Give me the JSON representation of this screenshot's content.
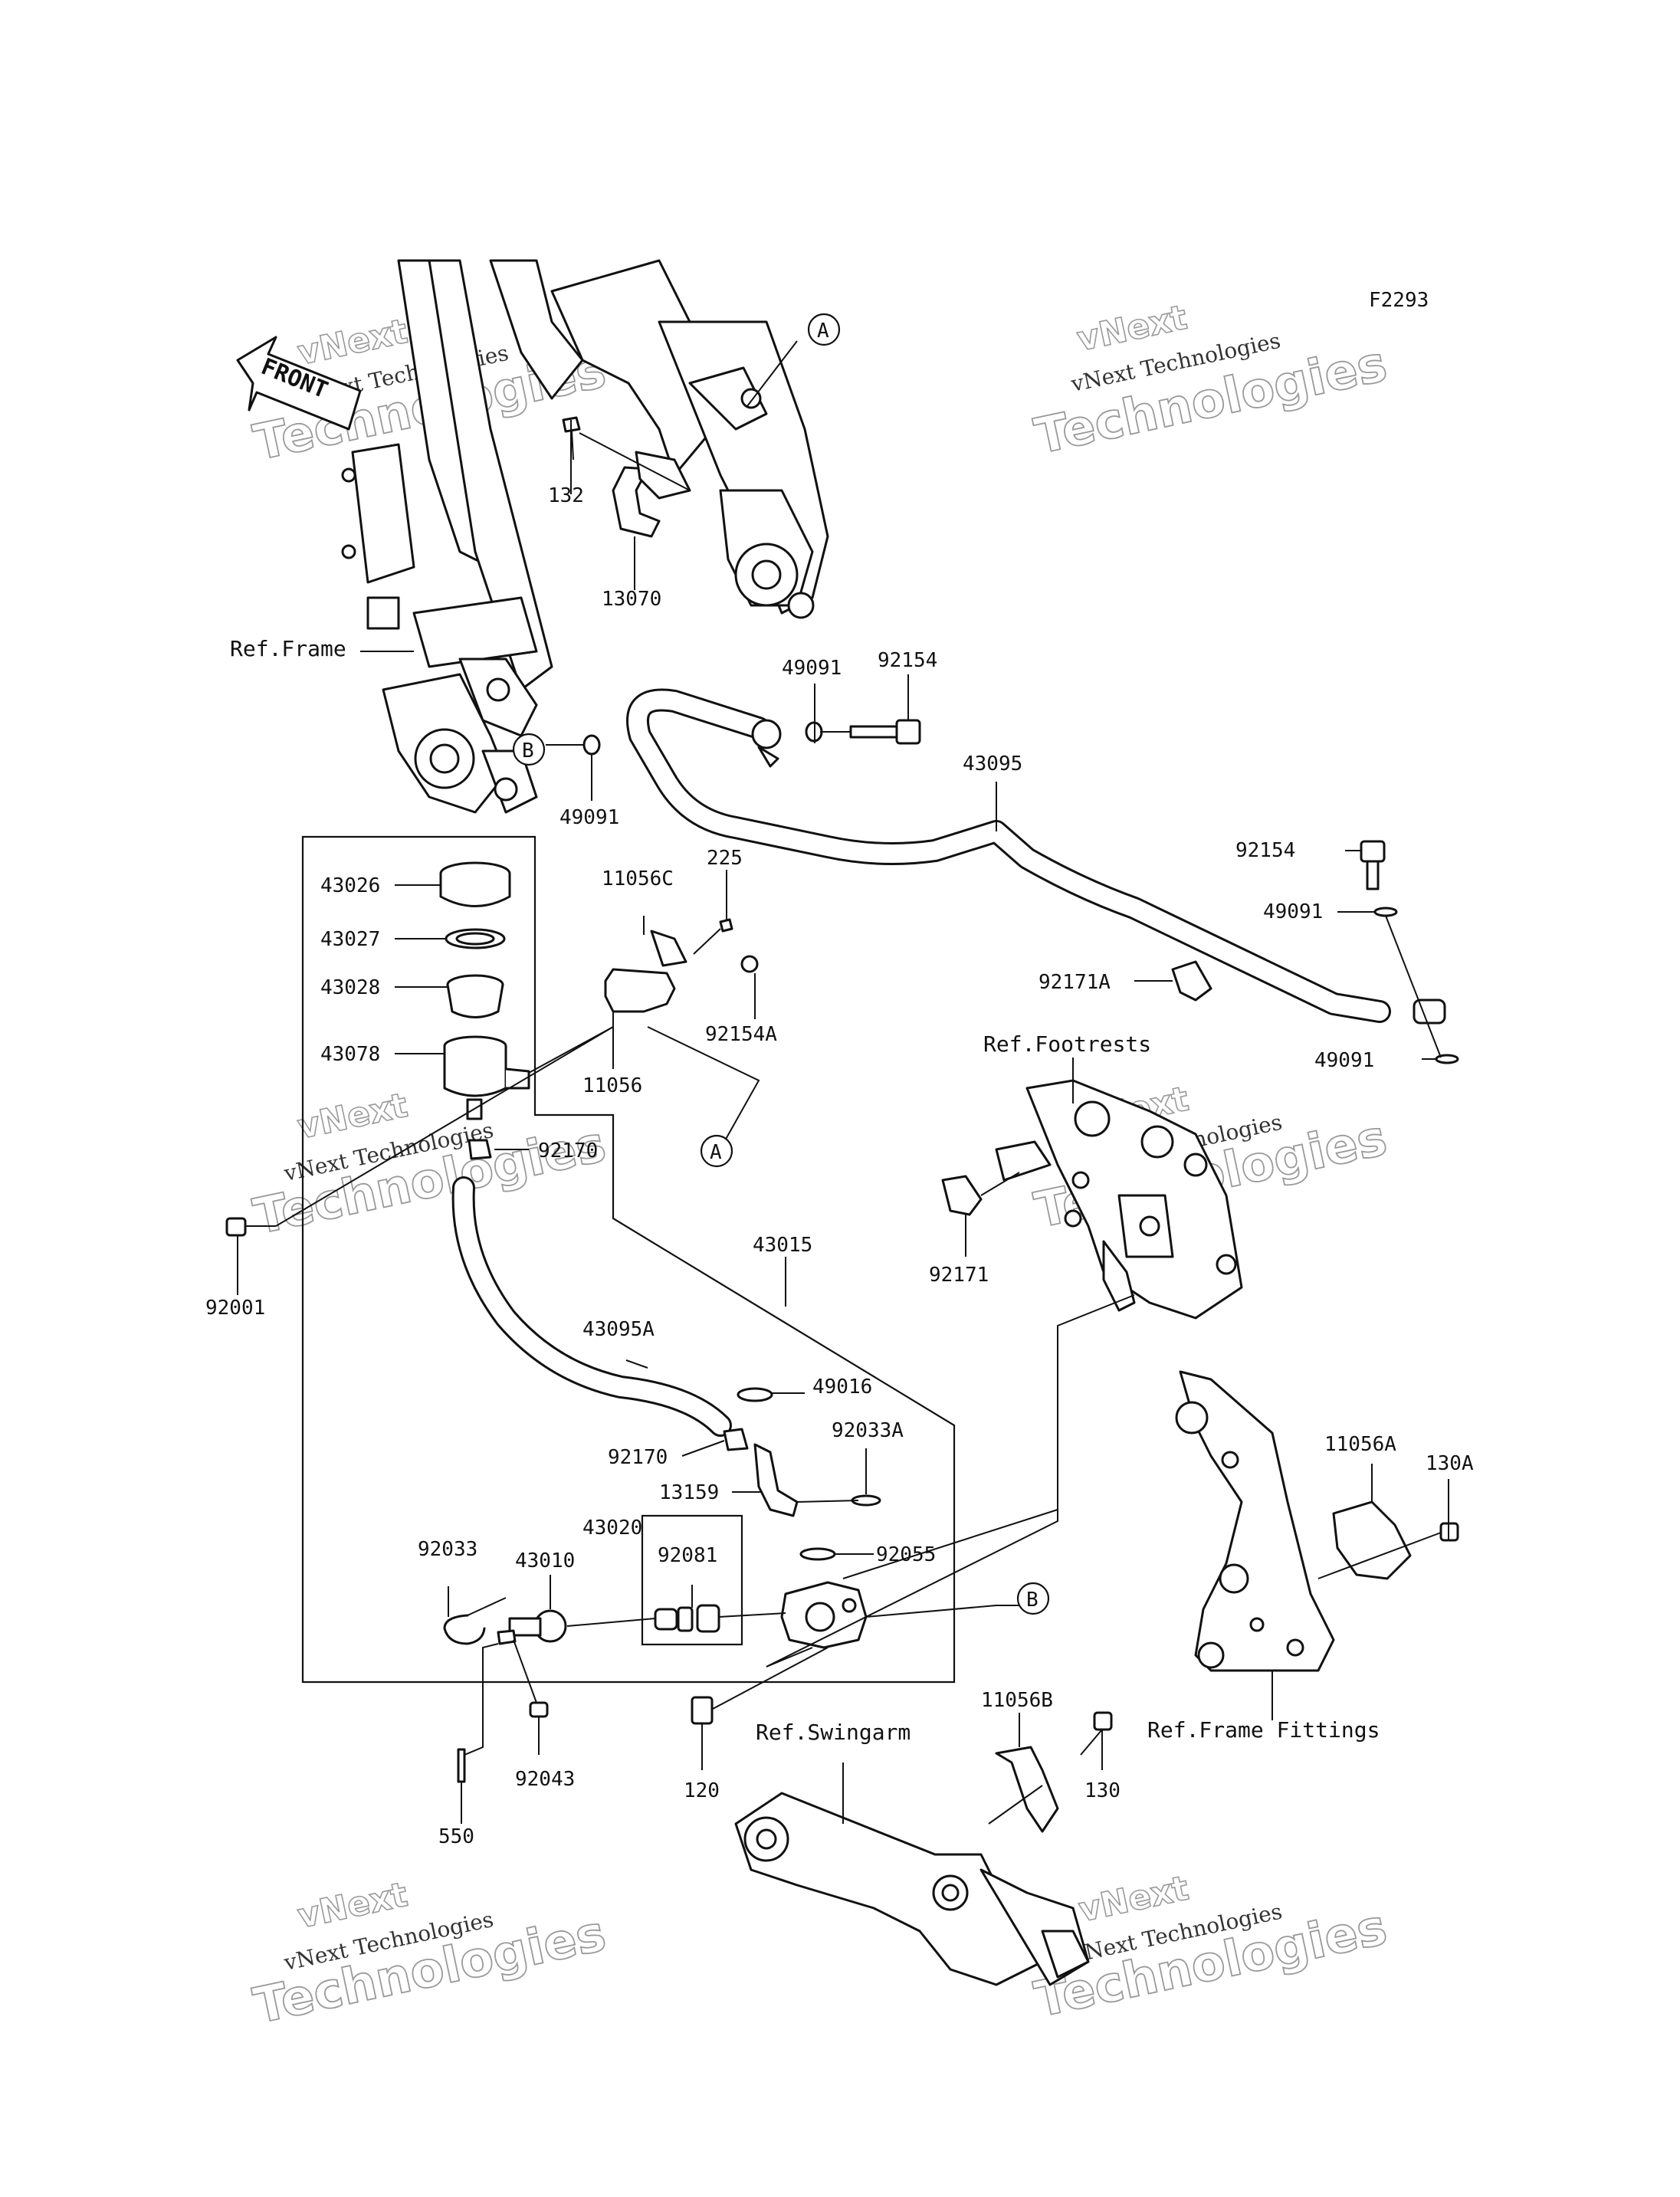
{
  "figure_code": "F2293",
  "front_arrow_label": "FRONT",
  "watermark": {
    "line1": "vNext",
    "line2": "vNext Technologies",
    "line3": "Technologies"
  },
  "references": {
    "frame": "Ref.Frame",
    "footrests": "Ref.Footrests",
    "swingarm": "Ref.Swingarm",
    "frame_fittings": "Ref.Frame Fittings"
  },
  "callouts": {
    "a": "A",
    "b": "B"
  },
  "parts": {
    "p132": "132",
    "p13070": "13070",
    "p49091_top": "49091",
    "p92154_top": "92154",
    "p49091_b": "49091",
    "p43095": "43095",
    "p92154_right": "92154",
    "p49091_right1": "49091",
    "p92171A": "92171A",
    "p49091_right2": "49091",
    "p43026": "43026",
    "p43027": "43027",
    "p43028": "43028",
    "p43078": "43078",
    "p11056C": "11056C",
    "p225": "225",
    "p92154A": "92154A",
    "p11056": "11056",
    "p92170_top": "92170",
    "p92001": "92001",
    "p92171": "92171",
    "p43015": "43015",
    "p43095A": "43095A",
    "p49016": "49016",
    "p92033A": "92033A",
    "p92170_mid": "92170",
    "p13159": "13159",
    "p43020": "43020",
    "p92033": "92033",
    "p43010": "43010",
    "p92081": "92081",
    "p92055": "92055",
    "p11056A": "11056A",
    "p130A": "130A",
    "p11056B": "11056B",
    "p120": "120",
    "p130": "130",
    "p92043": "92043",
    "p550": "550"
  }
}
